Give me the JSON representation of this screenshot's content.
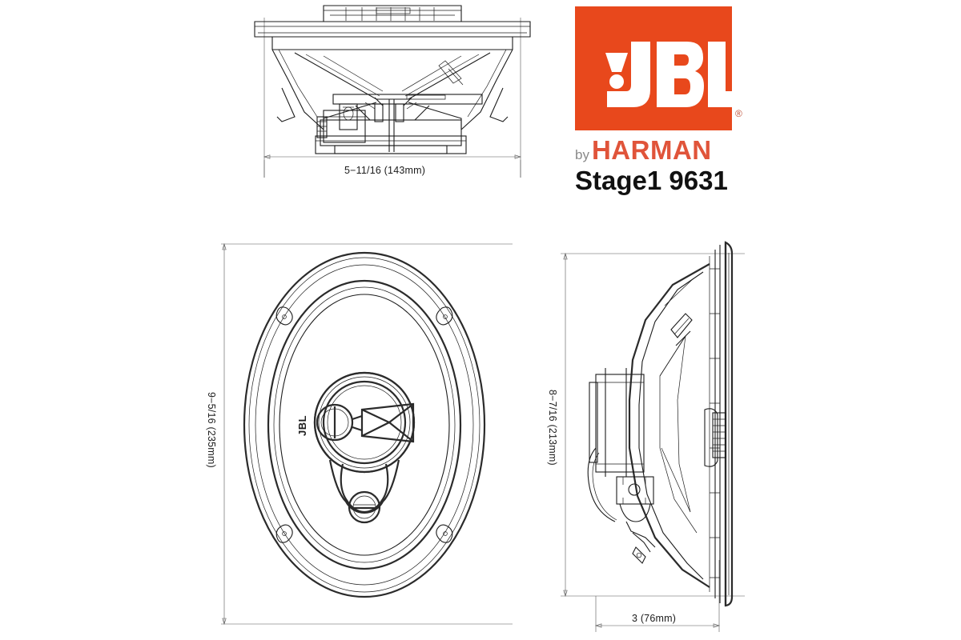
{
  "document": {
    "type": "product-dimension-drawing",
    "product_title": "Stage1 9631",
    "background_color": "#ffffff",
    "line_color": "#1c1c1c"
  },
  "brand": {
    "logo_text": "JBL",
    "logo_box_color": "#E8481C",
    "logo_text_color": "#ffffff",
    "registered_symbol": "®",
    "by_label": "by",
    "by_color": "#8a8a8a",
    "harman_label": "HARMAN",
    "harman_color": "#E0543A",
    "model": "Stage1 9631",
    "model_color": "#111111"
  },
  "views": {
    "top_section": {
      "name": "cutaway-side-section-view",
      "label": "Speaker cross-section view"
    },
    "front": {
      "name": "front-face-view",
      "label": "Oval speaker front view",
      "cone_logo_text": "JBL"
    },
    "side_profile": {
      "name": "side-profile-view",
      "label": "Speaker side profile view"
    }
  },
  "dimensions": {
    "top_width": {
      "value": "5-11/16 (143mm)",
      "display": "5−11/16 (143mm)",
      "imperial": "5-11/16",
      "metric_mm": 143,
      "orientation": "horizontal",
      "applies_to": "cutaway-side-section-view"
    },
    "front_height": {
      "value": "9-5/16 (235mm)",
      "display": "9−5/16 (235mm)",
      "imperial": "9-5/16",
      "metric_mm": 235,
      "orientation": "vertical",
      "applies_to": "front-face-view"
    },
    "side_height": {
      "value": "8-7/16 (213mm)",
      "display": "8−7/16 (213mm)",
      "imperial": "8-7/16",
      "metric_mm": 213,
      "orientation": "vertical",
      "applies_to": "side-profile-view"
    },
    "mounting_depth": {
      "value": "3 (76mm)",
      "display": "3 (76mm)",
      "imperial": "3",
      "metric_mm": 76,
      "orientation": "horizontal",
      "applies_to": "side-profile-view"
    }
  }
}
